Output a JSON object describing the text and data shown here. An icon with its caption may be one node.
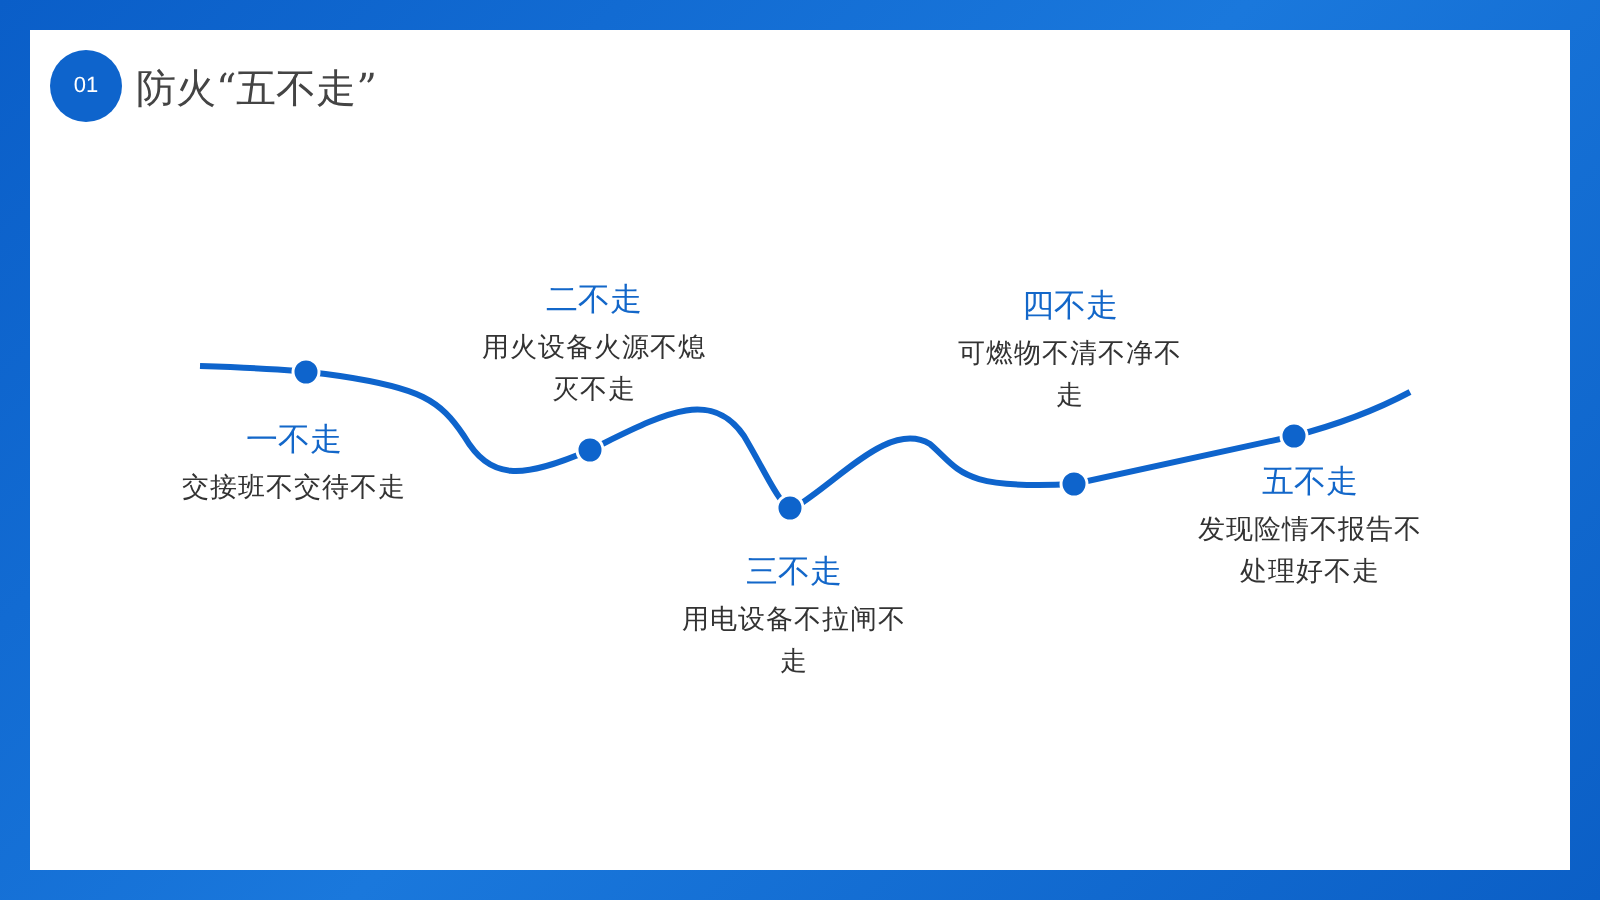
{
  "diagram": {
    "title": "防火“五不走”",
    "nodes": [
      {
        "text": [
          "一不走",
          "交接班不交待不走"
        ]
      },
      {
        "text": [
          "二不走",
          "用火设备火源不熄灭不走"
        ]
      },
      {
        "text": [
          "三不走",
          "用电设备不拉闸不走"
        ]
      },
      {
        "text": [
          "四不走",
          "可燃物不清不净不走"
        ]
      },
      {
        "text": [
          "五不走",
          "发现险情不报告不处理好不走"
        ]
      }
    ],
    "edges": [],
    "labels": [
      "01"
    ]
  }
}
